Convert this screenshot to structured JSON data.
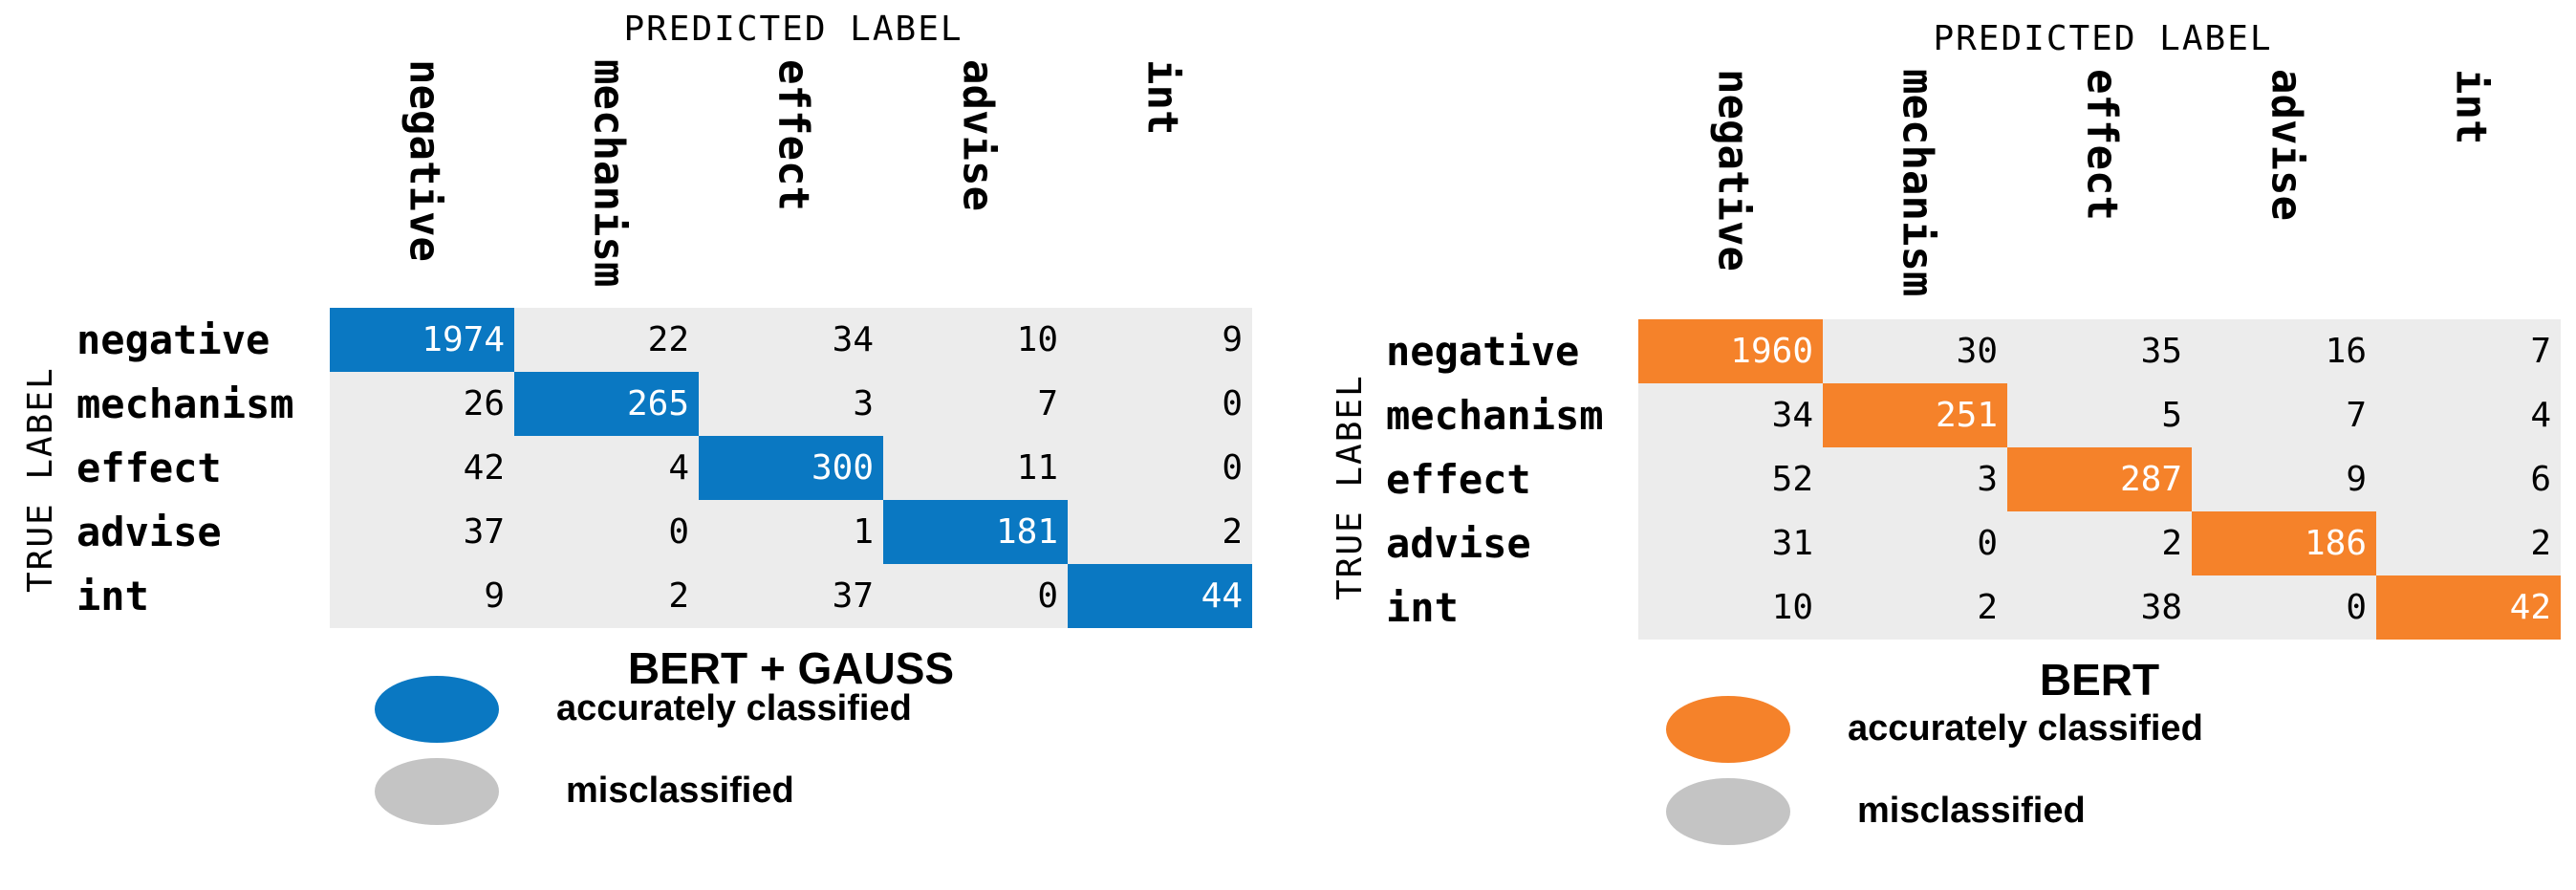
{
  "chart_data": [
    {
      "type": "heatmap",
      "title": "BERT + GAUSS",
      "xlabel": "PREDICTED LABEL",
      "ylabel": "TRUE LABEL",
      "x_categories": [
        "negative",
        "mechanism",
        "effect",
        "advise",
        "int"
      ],
      "y_categories": [
        "negative",
        "mechanism",
        "effect",
        "advise",
        "int"
      ],
      "values": [
        [
          1974,
          22,
          34,
          10,
          9
        ],
        [
          26,
          265,
          3,
          7,
          0
        ],
        [
          42,
          4,
          300,
          11,
          0
        ],
        [
          37,
          0,
          1,
          181,
          2
        ],
        [
          9,
          2,
          37,
          0,
          44
        ]
      ],
      "diagonal_color": "#0a78c2",
      "off_diagonal_color": "#ececec",
      "legend": [
        {
          "label": "accurately classified",
          "color": "#0a78c2"
        },
        {
          "label": "misclassified",
          "color": "#c4c4c4"
        }
      ]
    },
    {
      "type": "heatmap",
      "title": "BERT",
      "xlabel": "PREDICTED LABEL",
      "ylabel": "TRUE LABEL",
      "x_categories": [
        "negative",
        "mechanism",
        "effect",
        "advise",
        "int"
      ],
      "y_categories": [
        "negative",
        "mechanism",
        "effect",
        "advise",
        "int"
      ],
      "values": [
        [
          1960,
          30,
          35,
          16,
          7
        ],
        [
          34,
          251,
          5,
          7,
          4
        ],
        [
          52,
          3,
          287,
          9,
          6
        ],
        [
          31,
          0,
          2,
          186,
          2
        ],
        [
          10,
          2,
          38,
          0,
          42
        ]
      ],
      "diagonal_color": "#f5822a",
      "off_diagonal_color": "#ececec",
      "legend": [
        {
          "label": "accurately classified",
          "color": "#f5822a"
        },
        {
          "label": "misclassified",
          "color": "#c4c4c4"
        }
      ]
    }
  ]
}
